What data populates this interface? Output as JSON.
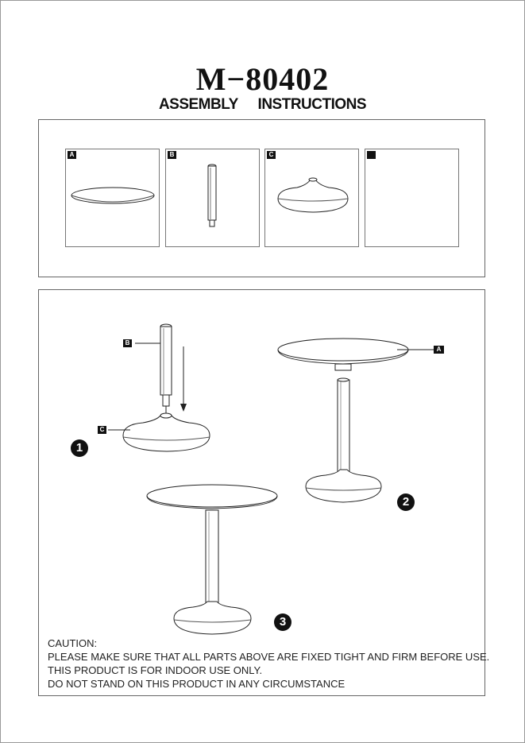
{
  "header": {
    "model": "M−80402",
    "subtitle_left": "ASSEMBLY",
    "subtitle_right": "INSTRUCTIONS"
  },
  "parts": [
    {
      "tag": "A",
      "icon": "round-tabletop-icon"
    },
    {
      "tag": "B",
      "icon": "pole-icon"
    },
    {
      "tag": "C",
      "icon": "base-disc-icon"
    },
    {
      "tag": "",
      "icon": "empty"
    }
  ],
  "diagram": {
    "callouts": {
      "pole": "B",
      "base": "C",
      "top": "A"
    },
    "steps": [
      "1",
      "2",
      "3"
    ]
  },
  "caution": {
    "heading": "CAUTION:",
    "lines": [
      "PLEASE MAKE SURE THAT ALL PARTS ABOVE ARE FIXED TIGHT AND FIRM BEFORE USE.",
      "THIS PRODUCT IS FOR INDOOR USE ONLY.",
      "DO NOT STAND ON THIS PRODUCT IN ANY CIRCUMSTANCE"
    ]
  }
}
